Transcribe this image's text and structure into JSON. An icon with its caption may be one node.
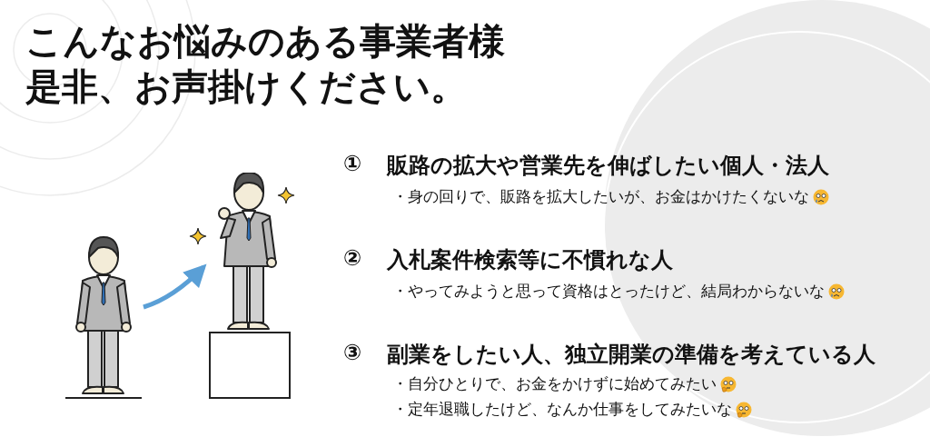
{
  "diagram": {
    "title": "こんなお悩みのある事業者様是非、お声掛けください。",
    "nodes": [
      {
        "text": [],
        "shape": "person"
      },
      {
        "text": [],
        "shape": "person"
      }
    ],
    "edges": [
      {
        "from": 0,
        "to": 1,
        "arrow": "to"
      }
    ],
    "labels": [
      "①",
      "販路の拡大や営業先を伸ばしたい個人・法人",
      "・身の回りで、販路を拡大したいが、お金はかけたくないな",
      "②",
      "入札案件検索等に不慣れな人",
      "・やってみようと思って資格はとったけど、結局わからないな",
      "③",
      "副業をしたい人、独立開業の準備を考えている人",
      "・自分ひとりで、お金をかけずに始めてみたい",
      "・定年退職したけど、なんか仕事をしてみたいな"
    ]
  }
}
